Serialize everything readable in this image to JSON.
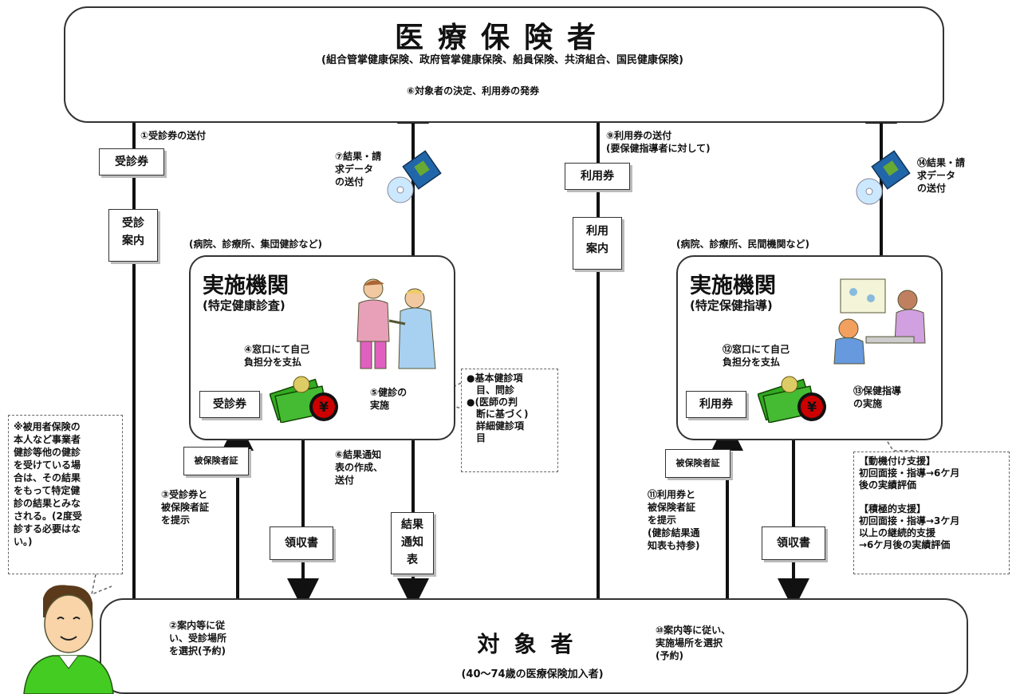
{
  "insurer": {
    "title": "医療保険者",
    "subtitle": "(組合管掌健康保険、政府管掌健康保険、船員保険、共済組合、国民健康保険)"
  },
  "subject": {
    "title": "対象者",
    "subtitle": "(40～74歳の医療保険加入者)"
  },
  "center_label": "⑥対象者の決定、利用券の発券",
  "checkup": {
    "category": "(病院、診療所、集団健診など)",
    "title": "実施機関",
    "subtitle": "(特定健康診査)",
    "payment": "④窓口にて自己\n負担分を支払",
    "voucher": "受診券",
    "implement": "⑤健診の\n実施"
  },
  "guidance": {
    "category": "(病院、診療所、民間機関など)",
    "title": "実施機関",
    "subtitle": "(特定保健指導)",
    "payment": "⑫窓口にて自己\n負担分を支払",
    "voucher": "利用券",
    "implement": "⑬保健指導\nの実施"
  },
  "steps": {
    "s1": "①受診券の送付",
    "s2": "②案内等に従\nい、受診場所\nを選択(予約)",
    "s3": "③受診券と\n被保険者証\nを提示",
    "s6": "⑥結果通知\n表の作成、\n送付",
    "s7": "⑦結果・請\n求データ\nの送付",
    "s9": "⑨利用券の送付\n(要保健指導者に対して)",
    "s10": "⑩案内等に従い、\n実施場所を選択\n(予約)",
    "s11": "⑪利用券と\n被保険者証\nを提示\n(健診結果通\n知表も持参)",
    "s14": "⑭結果・請\n求データ\nの送付"
  },
  "docs": {
    "jushinken": "受診券",
    "jushin_annai": "受診\n案内",
    "riyouken": "利用券",
    "riyou_annai": "利用\n案内",
    "hihokensha1": "被保険者証",
    "hihokensha2": "被保険者証",
    "ryoshusho1": "領収書",
    "ryoshusho2": "領収書",
    "kekka": "結果\n通知\n表"
  },
  "checkup_items": "●基本健診項\n　目、問診\n●(医師の判\n　断に基づく)\n　詳細健診項\n　目",
  "support_note": "【動機付け支援】\n初回面接・指導→6ケ月\n後の実績評価\n\n【積極的支援】\n初回面接・指導→3ケ月\n以上の継続的支援\n→6ケ月後の実績評価",
  "employee_note": "※被用者保険の\n本人など事業者\n健診等他の健診\nを受けている場\n合は、その結果\nをもって特定健\n診の結果とみな\nされる。(2度受\n診する必要はな\nい。)",
  "colors": {
    "line": "#111111",
    "person_shirt": "#44cc22",
    "money": "#33aa22",
    "yen": "#cc0000",
    "disk": "#2266aa"
  },
  "icons": [
    "person-icon",
    "money-icon",
    "yen-coin-icon",
    "disk-icon",
    "cd-icon",
    "doctor-patient-icon",
    "counseling-icon"
  ]
}
